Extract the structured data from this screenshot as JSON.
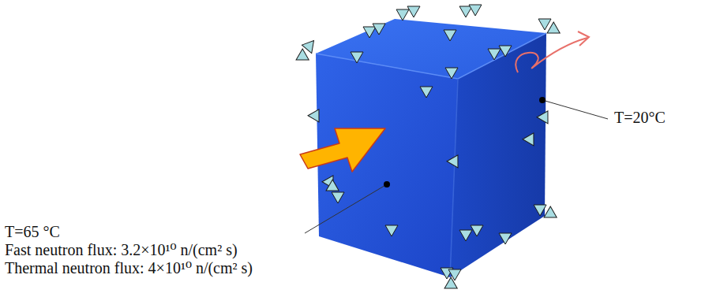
{
  "diagram": {
    "labels": [
      "T=20°C",
      "T=65 °C",
      "Fast neutron flux: 3.2×10¹⁰ n/(cm² s)",
      "Thermal neutron flux: 4×10¹⁰ n/(cm² s)"
    ]
  }
}
